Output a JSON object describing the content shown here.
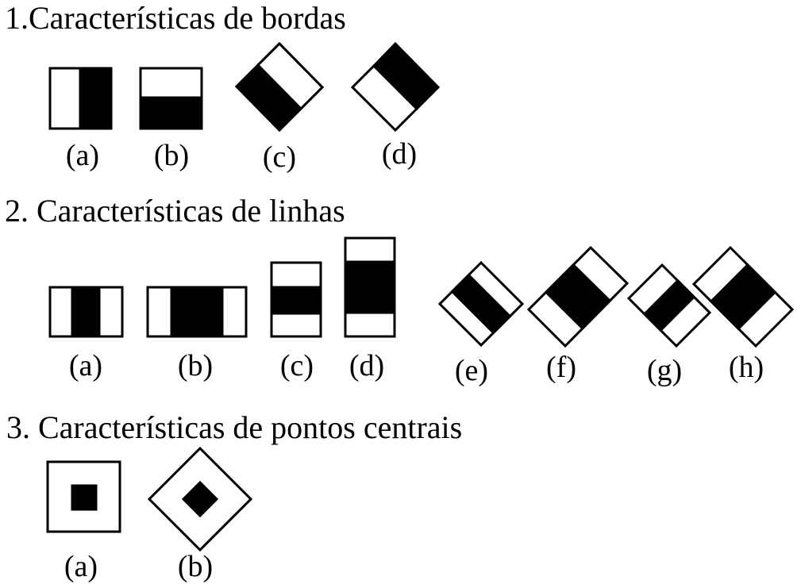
{
  "sections": [
    {
      "title": "1.Características de bordas",
      "features": [
        {
          "label": "(a)"
        },
        {
          "label": "(b)"
        },
        {
          "label": "(c)"
        },
        {
          "label": "(d)"
        }
      ]
    },
    {
      "title": "2. Características de linhas",
      "features": [
        {
          "label": "(a)"
        },
        {
          "label": "(b)"
        },
        {
          "label": "(c)"
        },
        {
          "label": "(d)"
        },
        {
          "label": "(e)"
        },
        {
          "label": "(f)"
        },
        {
          "label": "(g)"
        },
        {
          "label": "(h)"
        }
      ]
    },
    {
      "title": "3. Características de pontos centrais",
      "features": [
        {
          "label": "(a)"
        },
        {
          "label": "(b)"
        }
      ]
    }
  ],
  "colors": {
    "dark": "#000000",
    "light": "#ffffff"
  }
}
